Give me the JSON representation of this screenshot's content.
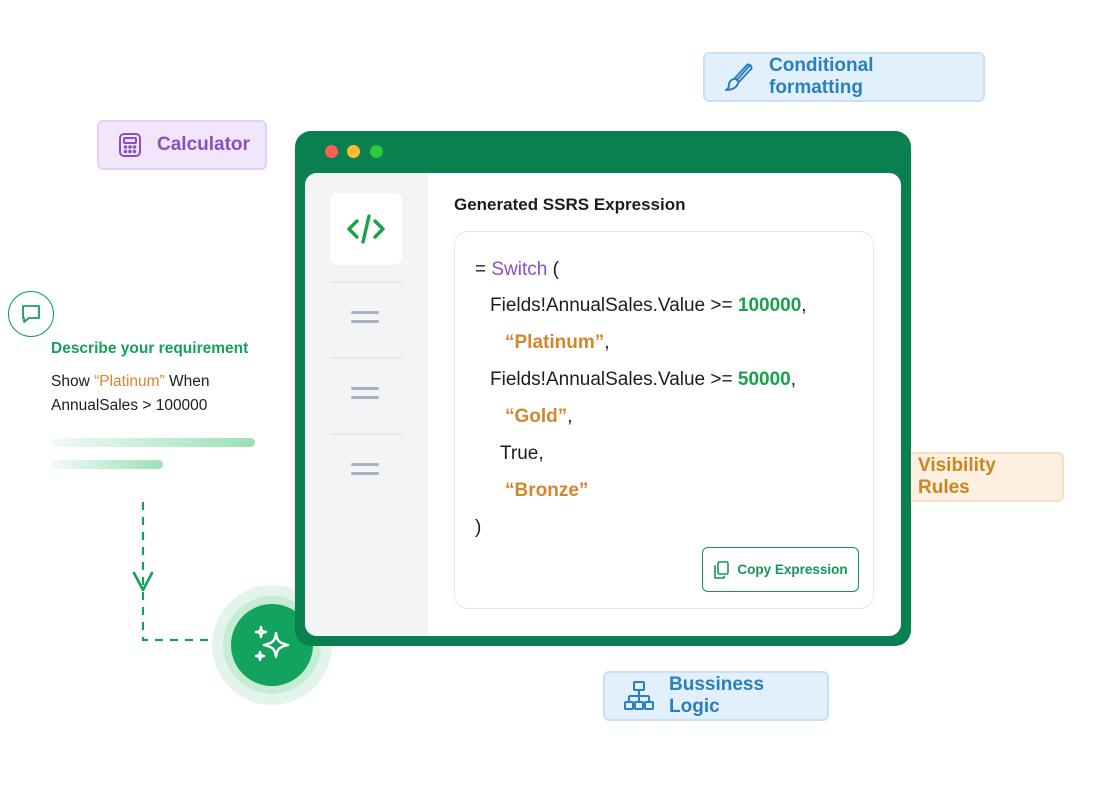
{
  "badges": {
    "calculator": "Calculator",
    "conditional_formatting": "Conditional formatting",
    "visibility_rules": "Visibility Rules",
    "business_logic": "Bussiness Logic"
  },
  "requirement": {
    "label": "Describe your requirement",
    "text_prefix": "Show ",
    "text_highlight": "“Platinum”",
    "text_mid": " When",
    "text_line2": "AnnualSales > 100000"
  },
  "editor": {
    "title": "Generated SSRS Expression",
    "code": {
      "line1_eq": "= ",
      "line1_kw": "Switch",
      "line1_rest": " (",
      "line2_text": "Fields!AnnualSales.Value >= ",
      "line2_num": "100000",
      "line2_end": ",",
      "line3_str": "“Platinum”",
      "line3_end": ",",
      "line4_text": "Fields!AnnualSales.Value >= ",
      "line4_num": "50000",
      "line4_end": ",",
      "line5_str": "“Gold”",
      "line5_end": ",",
      "line6_text": "True,",
      "line7_str": "“Bronze”",
      "line8_text": ")"
    },
    "copy_button": "Copy Expression"
  },
  "icons": {
    "calculator": "calculator-icon",
    "conditional_formatting": "paint-brush-icon",
    "visibility_rules": "eye-icon",
    "business_logic": "hierarchy-icon",
    "code": "code-icon",
    "chat": "chat-bubble-icon",
    "copy": "copy-icon",
    "ai": "sparkle-icon"
  },
  "colors": {
    "brand_green": "#0a7f4f",
    "accent_green": "#16a34a",
    "keyword_purple": "#8a4fc4",
    "string_orange": "#d6862a",
    "info_blue": "#2a7fbf"
  }
}
